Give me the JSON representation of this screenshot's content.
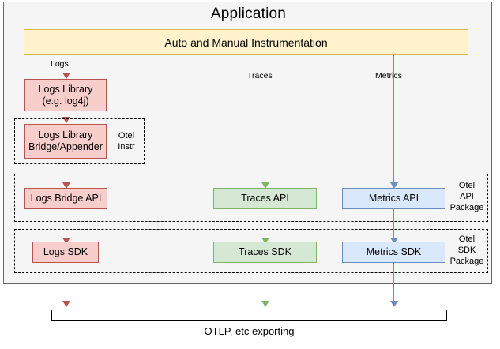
{
  "application": {
    "title": "Application",
    "instrumentation_bar": {
      "label": "Auto and Manual Instrumentation",
      "fill": "#fff2cc",
      "stroke": "#d6b656"
    }
  },
  "signals": [
    {
      "name": "Logs",
      "edge_label": "Logs",
      "color": "#b85450"
    },
    {
      "name": "Traces",
      "edge_label": "Traces",
      "color": "#82b366"
    },
    {
      "name": "Metrics",
      "edge_label": "Metrics",
      "color": "#6c8ebf"
    }
  ],
  "nodes": {
    "logs_library": "Logs Library\n(e.g. log4j)",
    "logs_bridge_appender": "Logs Library\nBridge/Appender",
    "logs_bridge_api": "Logs Bridge API",
    "traces_api": "Traces API",
    "metrics_api": "Metrics API",
    "logs_sdk": "Logs SDK",
    "traces_sdk": "Traces SDK",
    "metrics_sdk": "Metrics SDK"
  },
  "groups": {
    "otel_instr": "Otel\nInstr",
    "otel_api_package": "Otel\nAPI\nPackage",
    "otel_sdk_package": "Otel\nSDK\nPackage"
  },
  "export": {
    "label": "OTLP, etc exporting"
  },
  "colors": {
    "red_fill": "#f8cecc",
    "red_stroke": "#b85450",
    "green_fill": "#d5e8d4",
    "green_stroke": "#82b366",
    "blue_fill": "#dae8fc",
    "blue_stroke": "#6c8ebf",
    "yellow_fill": "#fff2cc",
    "yellow_stroke": "#d6b656",
    "app_background": "#f5f5f5",
    "app_border": "#666666"
  }
}
